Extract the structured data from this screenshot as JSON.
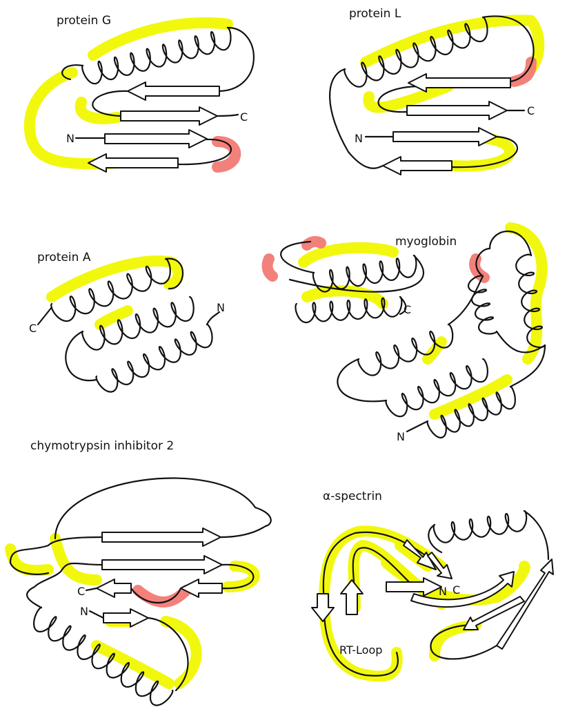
{
  "colors": {
    "line": "#111111",
    "folded_highlight": "#f0f800",
    "transition_highlight": "#f27a74",
    "background": "#ffffff"
  },
  "panels": {
    "protein_g": {
      "title": "protein G",
      "n": "N",
      "c": "C"
    },
    "protein_l": {
      "title": "protein L",
      "n": "N",
      "c": "C"
    },
    "protein_a": {
      "title": "protein A",
      "n": "N",
      "c": "C"
    },
    "myoglobin": {
      "title": "myoglobin",
      "n": "N",
      "c": "C"
    },
    "ci2": {
      "title": "chymotrypsin inhibitor 2",
      "n": "N",
      "c": "C"
    },
    "spectrin": {
      "title": "α-spectrin",
      "n": "N",
      "c": "C",
      "loop": "RT-Loop"
    }
  }
}
